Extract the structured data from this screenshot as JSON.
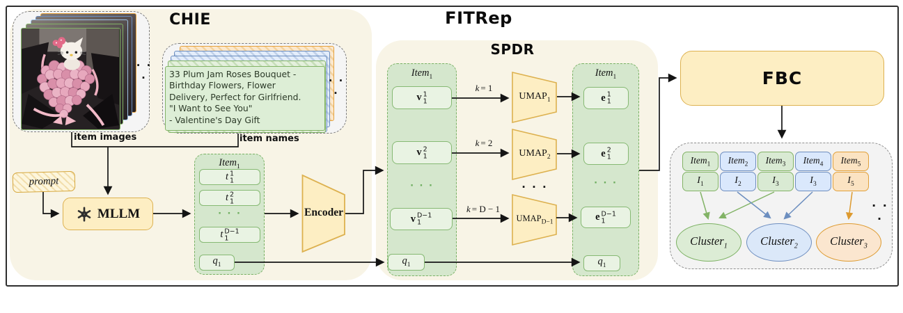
{
  "figure": {
    "chie_title": "CHIE",
    "fitrep_title": "FITRep",
    "spdr_title": "SPDR",
    "fbc_label": "FBC",
    "item_images_label": "item images",
    "item_names_label": "item names",
    "prompt_label": "prompt",
    "mllm_label": "MLLM",
    "encoder_label": "Encoder",
    "dots": "· · ·",
    "item_name_card_lines": [
      "33 Plum Jam Roses Bouquet -",
      "Birthday Flowers, Flower",
      "Delivery, Perfect for Girlfriend.",
      "\"I Want to See You\"",
      "- Valentine's Day Gift"
    ]
  },
  "chie_item": {
    "label": {
      "base": "Item",
      "sub": "1"
    },
    "rows": [
      {
        "base": "t",
        "sup": "1",
        "sub": "1"
      },
      {
        "base": "t",
        "sup": "2",
        "sub": "1"
      },
      {
        "base": "t",
        "sup": "D−1",
        "sub": "1"
      }
    ],
    "q": {
      "base": "q",
      "sub": "1"
    }
  },
  "spdr": {
    "v_item": {
      "label": {
        "base": "Item",
        "sub": "1"
      },
      "rows": [
        {
          "base": "v",
          "sup": "1",
          "sub": "1"
        },
        {
          "base": "v",
          "sup": "2",
          "sub": "1"
        },
        {
          "base": "v",
          "sup": "D−1",
          "sub": "1"
        }
      ],
      "q": {
        "base": "q",
        "sub": "1"
      }
    },
    "e_item": {
      "label": {
        "base": "Item",
        "sub": "1"
      },
      "rows": [
        {
          "base": "e",
          "sup": "1",
          "sub": "1"
        },
        {
          "base": "e",
          "sup": "2",
          "sub": "1"
        },
        {
          "base": "e",
          "sup": "D−1",
          "sub": "1"
        }
      ],
      "q": {
        "base": "q",
        "sub": "1"
      }
    },
    "umaps": [
      {
        "base": "UMAP",
        "sub": "1"
      },
      {
        "base": "UMAP",
        "sub": "2"
      },
      {
        "base": "UMAP",
        "sub": "D−1"
      }
    ],
    "k_labels": [
      {
        "var": "k",
        "rest": "= 1"
      },
      {
        "var": "k",
        "rest": "= 2"
      },
      {
        "var": "k",
        "rest": "= D − 1"
      }
    ]
  },
  "cluster": {
    "items": [
      {
        "label": {
          "base": "Item",
          "sub": "1"
        },
        "rep": {
          "base": "I",
          "sub": "1"
        },
        "color": "green"
      },
      {
        "label": {
          "base": "Item",
          "sub": "2"
        },
        "rep": {
          "base": "I",
          "sub": "2"
        },
        "color": "blue"
      },
      {
        "label": {
          "base": "Item",
          "sub": "3"
        },
        "rep": {
          "base": "I",
          "sub": "3"
        },
        "color": "green"
      },
      {
        "label": {
          "base": "Item",
          "sub": "4"
        },
        "rep": {
          "base": "I",
          "sub": "3"
        },
        "color": "blue"
      },
      {
        "label": {
          "base": "Item",
          "sub": "5"
        },
        "rep": {
          "base": "I",
          "sub": "5"
        },
        "color": "orange"
      }
    ],
    "ellipses": [
      {
        "base": "Cluster",
        "sub": "1",
        "color": "green"
      },
      {
        "base": "Cluster",
        "sub": "2",
        "color": "blue"
      },
      {
        "base": "Cluster",
        "sub": "3",
        "color": "orange"
      }
    ],
    "dots": "· · ·",
    "assignments": [
      {
        "from": "I1",
        "to": "Cluster1",
        "color": "green"
      },
      {
        "from": "I2",
        "to": "Cluster2",
        "color": "blue"
      },
      {
        "from": "I3-green",
        "to": "Cluster1",
        "color": "green"
      },
      {
        "from": "I3-blue",
        "to": "Cluster2",
        "color": "blue"
      },
      {
        "from": "I5",
        "to": "Cluster3",
        "color": "orange"
      }
    ]
  },
  "colors": {
    "panel_cream": "#f8f4e6",
    "box_yellow_fill": "#fdeec3",
    "box_yellow_border": "#ddb14f",
    "green_container_fill": "#d5e7cd",
    "green_container_border": "#79b163",
    "green_box_fill": "#e9f3e3",
    "cell_green": "#d9ead3",
    "cell_green_border": "#83b366",
    "cell_blue": "#dae8fc",
    "cell_blue_border": "#6e8ebf",
    "cell_orange": "#fbe3c2",
    "cell_orange_border": "#e1a03a",
    "arrow_black": "#141414",
    "arrow_green": "#82b366",
    "arrow_blue": "#6c8ebf",
    "arrow_orange": "#dd9a2f"
  }
}
